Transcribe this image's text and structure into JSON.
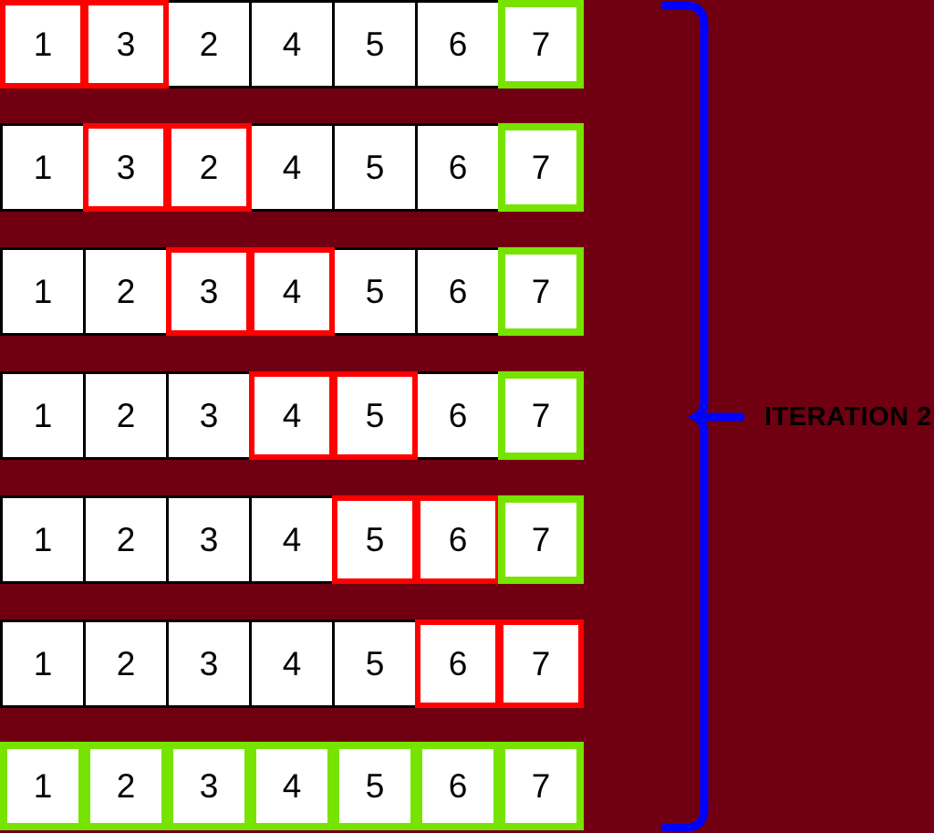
{
  "diagram": {
    "description_rows": [
      {
        "values": [
          "1",
          "3",
          "2",
          "4",
          "5",
          "6",
          "7"
        ],
        "states": [
          "compare",
          "compare",
          "normal",
          "normal",
          "normal",
          "normal",
          "sorted"
        ]
      },
      {
        "values": [
          "1",
          "3",
          "2",
          "4",
          "5",
          "6",
          "7"
        ],
        "states": [
          "normal",
          "compare",
          "compare",
          "normal",
          "normal",
          "normal",
          "sorted"
        ]
      },
      {
        "values": [
          "1",
          "2",
          "3",
          "4",
          "5",
          "6",
          "7"
        ],
        "states": [
          "normal",
          "normal",
          "compare",
          "compare",
          "normal",
          "normal",
          "sorted"
        ]
      },
      {
        "values": [
          "1",
          "2",
          "3",
          "4",
          "5",
          "6",
          "7"
        ],
        "states": [
          "normal",
          "normal",
          "normal",
          "compare",
          "compare",
          "normal",
          "sorted"
        ]
      },
      {
        "values": [
          "1",
          "2",
          "3",
          "4",
          "5",
          "6",
          "7"
        ],
        "states": [
          "normal",
          "normal",
          "normal",
          "normal",
          "compare",
          "compare",
          "sorted"
        ]
      },
      {
        "values": [
          "1",
          "2",
          "3",
          "4",
          "5",
          "6",
          "7"
        ],
        "states": [
          "normal",
          "normal",
          "normal",
          "normal",
          "normal",
          "compare",
          "compare"
        ]
      },
      {
        "values": [
          "1",
          "2",
          "3",
          "4",
          "5",
          "6",
          "7"
        ],
        "states": [
          "sorted",
          "sorted",
          "sorted",
          "sorted",
          "sorted",
          "sorted",
          "sorted"
        ]
      }
    ],
    "annotation": {
      "label": "ITERATION 2"
    }
  },
  "colors": {
    "background": "#700011",
    "box_fill": "#ffffff",
    "box_border": "#000000",
    "compare": "#ff0000",
    "sorted": "#76e400",
    "brace": "#0000ff"
  }
}
